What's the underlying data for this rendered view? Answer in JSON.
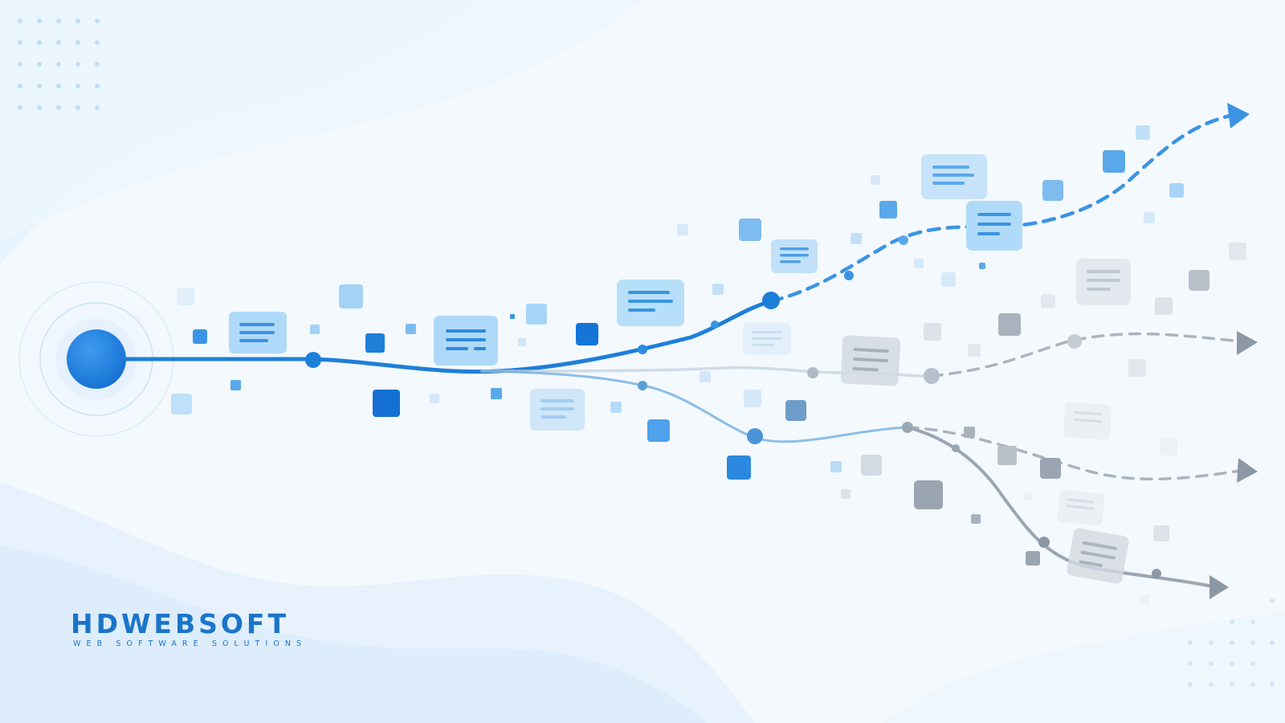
{
  "brand": {
    "name": "HDWEBSOFT",
    "tagline": "WEB SOFTWARE SOLUTIONS",
    "color": "#1a75c9"
  },
  "palette": {
    "background": "#f4f9fe",
    "primary_blue": "#1e7fd8",
    "light_blue": "#9fd0f5",
    "gray": "#8d98a6"
  },
  "illustration": {
    "subject": "branching paths from a single origin point to multiple arrowed destinations",
    "paths": [
      {
        "color": "blue",
        "ends_with": "arrow-icon"
      },
      {
        "color": "gray",
        "ends_with": "arrow-icon"
      },
      {
        "color": "gray",
        "ends_with": "arrow-icon"
      },
      {
        "color": "gray",
        "ends_with": "arrow-icon"
      }
    ]
  }
}
